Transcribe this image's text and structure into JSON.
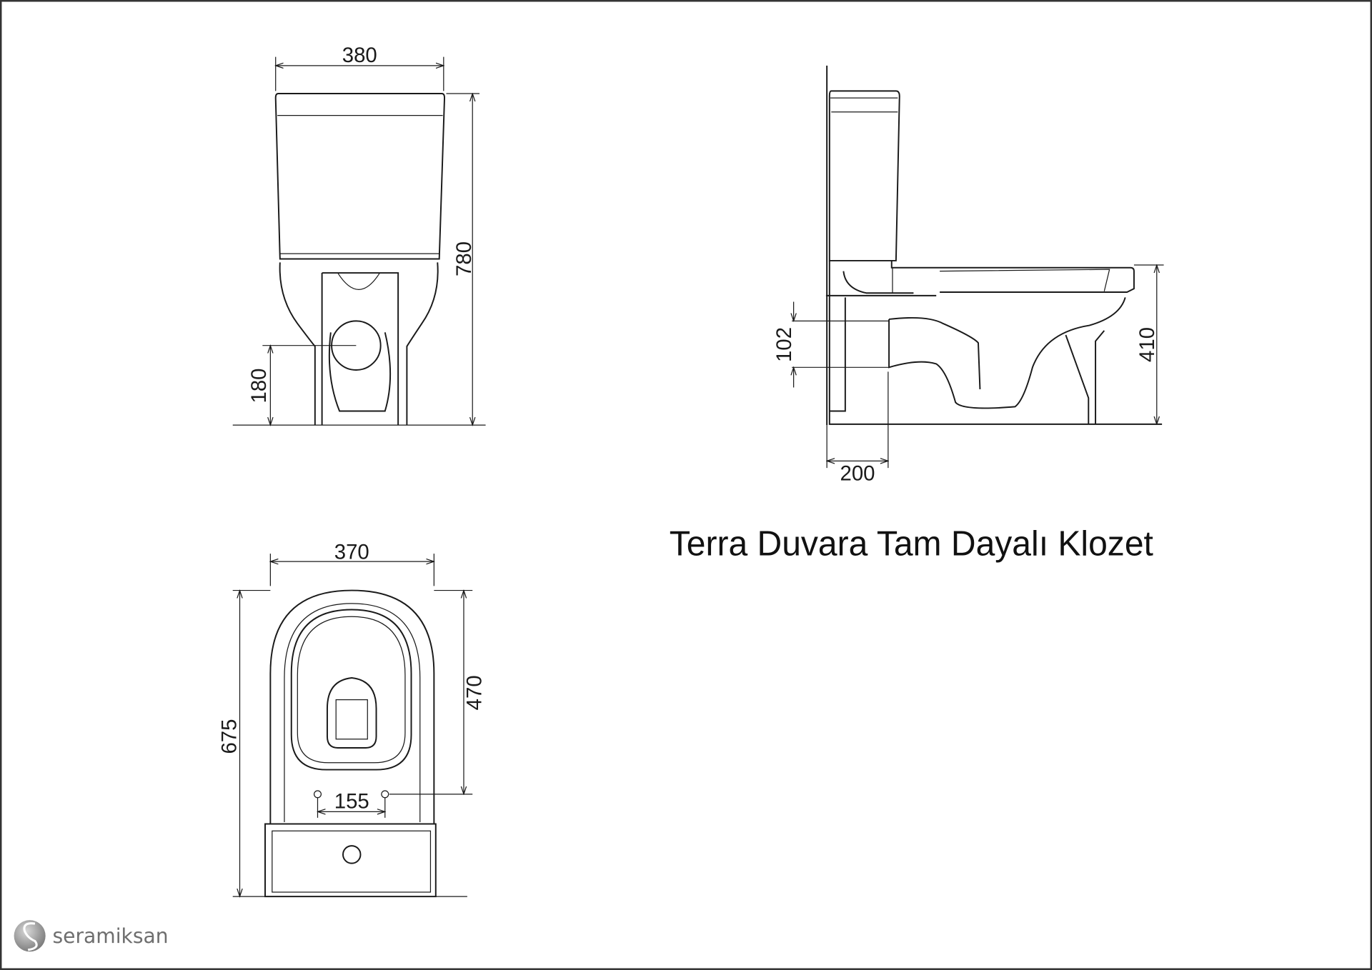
{
  "title": "Terra Duvara Tam Dayalı Klozet",
  "brand": "seramiksan",
  "front_view": {
    "width": "380",
    "height": "780",
    "outlet_height": "180"
  },
  "side_view": {
    "outlet_diameter": "102",
    "seat_height": "410",
    "wall_distance": "200"
  },
  "top_view": {
    "width": "370",
    "length": "675",
    "bowl_length": "470",
    "fixing_distance": "155"
  }
}
